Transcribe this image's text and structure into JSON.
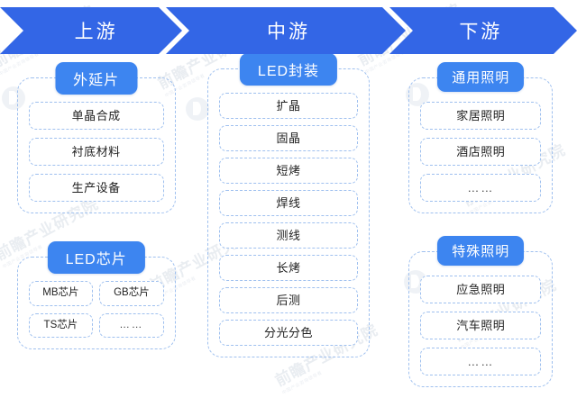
{
  "banner": {
    "segments": [
      {
        "label": "上游"
      },
      {
        "label": "中游"
      },
      {
        "label": "下游"
      }
    ],
    "color": "#3366e6",
    "text_color": "#ffffff"
  },
  "theme": {
    "pill_color": "#3d85f0",
    "dashed_border": "#9fc0ef",
    "background": "#ffffff"
  },
  "columns": [
    {
      "name": "upstream",
      "groups": [
        {
          "title": "外延片",
          "layout": "list",
          "items": [
            "单晶合成",
            "衬底材料",
            "生产设备"
          ]
        },
        {
          "title": "LED芯片",
          "layout": "grid2",
          "items": [
            "MB芯片",
            "GB芯片",
            "TS芯片",
            "……"
          ]
        }
      ]
    },
    {
      "name": "midstream",
      "groups": [
        {
          "title": "LED封装",
          "layout": "list",
          "items": [
            "扩晶",
            "固晶",
            "短烤",
            "焊线",
            "测线",
            "长烤",
            "后测",
            "分光分色"
          ]
        }
      ]
    },
    {
      "name": "downstream",
      "groups": [
        {
          "title": "通用照明",
          "layout": "list",
          "items": [
            "家居照明",
            "酒店照明",
            "……"
          ]
        },
        {
          "title": "特殊照明",
          "layout": "list",
          "items": [
            "应急照明",
            "汽车照明",
            "……"
          ]
        }
      ]
    }
  ],
  "watermarks": {
    "text": "前瞻产业研究院",
    "subtext": "中国产业咨询领导者"
  }
}
